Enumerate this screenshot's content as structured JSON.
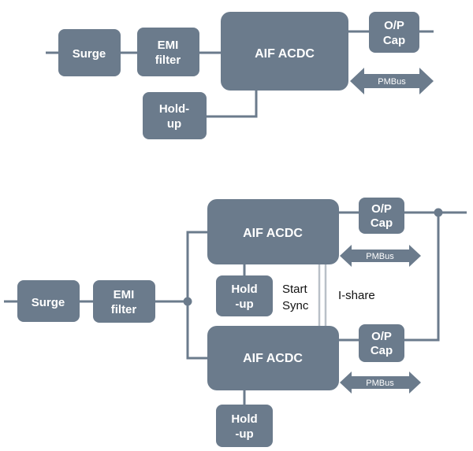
{
  "top": {
    "surge": "Surge",
    "emi": [
      "EMI",
      "filter"
    ],
    "aif": "AIF ACDC",
    "cap": [
      "O/P",
      "Cap"
    ],
    "pmbus": "PMBus",
    "holdup": [
      "Hold-",
      "up"
    ]
  },
  "bottom": {
    "surge": "Surge",
    "emi": [
      "EMI",
      "filter"
    ],
    "aif1": "AIF ACDC",
    "aif2": "AIF ACDC",
    "cap1": [
      "O/P",
      "Cap"
    ],
    "cap2": [
      "O/P",
      "Cap"
    ],
    "pmbus1": "PMBus",
    "pmbus2": "PMBus",
    "holdup1": [
      "Hold",
      "-up"
    ],
    "holdup2": [
      "Hold",
      "-up"
    ],
    "start_sync": [
      "Start",
      "Sync"
    ],
    "ishare": "I-share"
  },
  "colors": {
    "block": "#6b7b8c",
    "text_on_block": "#ffffff",
    "label": "#111111"
  }
}
